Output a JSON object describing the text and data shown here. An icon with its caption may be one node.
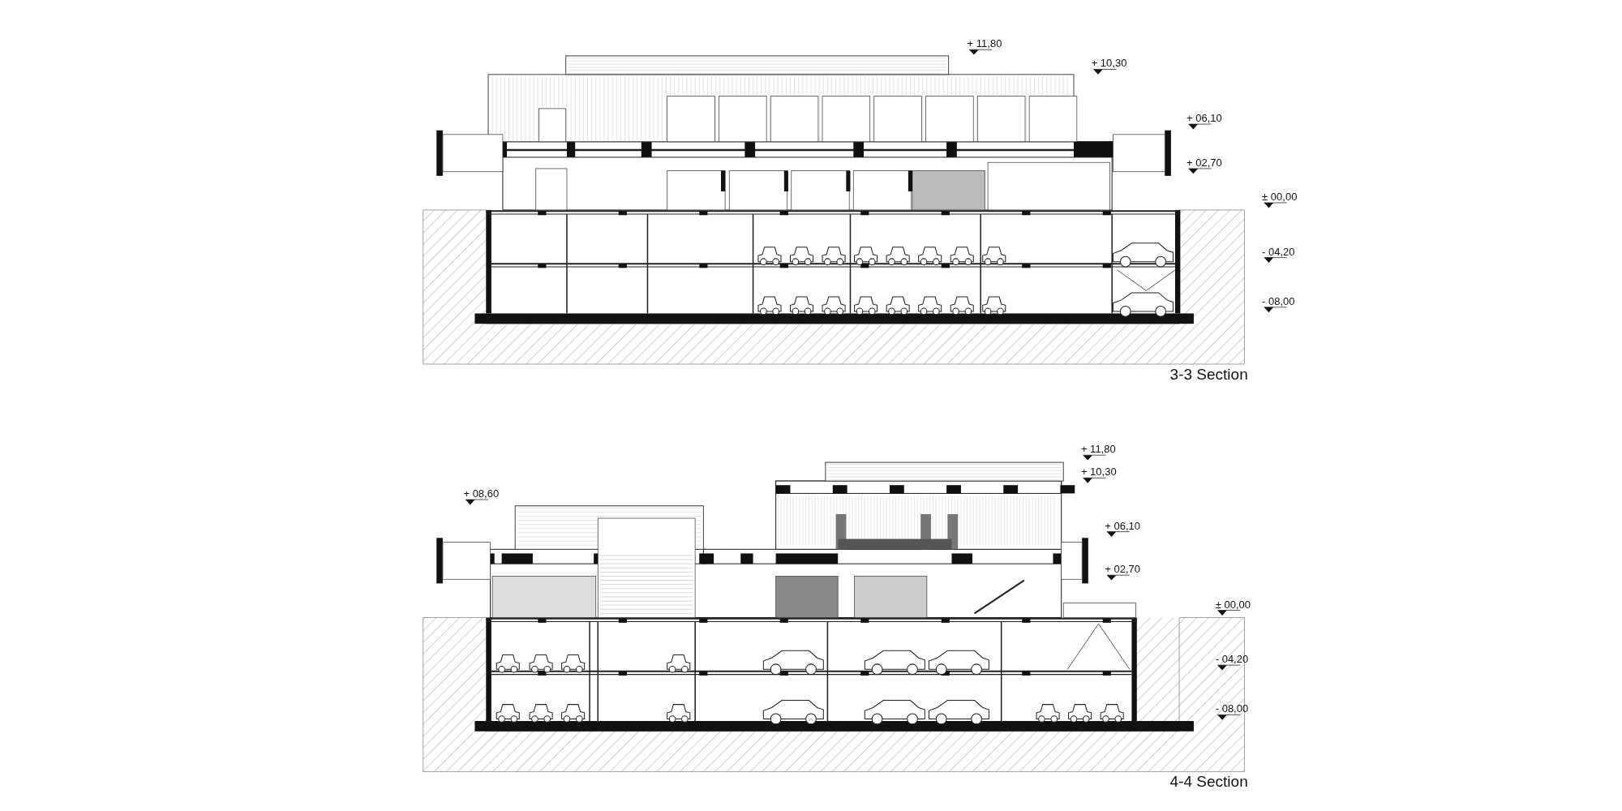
{
  "diagram": {
    "labels": [
      "+ 11,80",
      "+ 10,30",
      "+ 06,10",
      "+ 02,70",
      "± 00,00",
      "- 04,20",
      "- 08,00",
      "3-3 Section",
      "+ 11,80",
      "+ 10,30",
      "+ 08,60",
      "+ 06,10",
      "+ 02,70",
      "± 00,00",
      "- 04,20",
      "- 08,00",
      "4-4 Section"
    ]
  }
}
